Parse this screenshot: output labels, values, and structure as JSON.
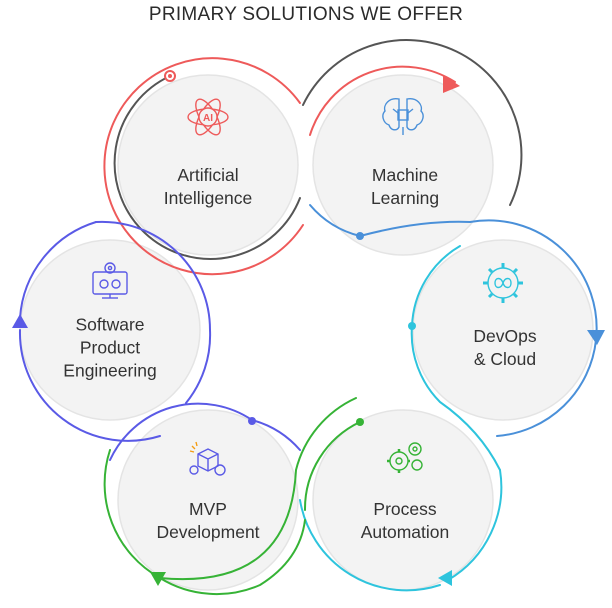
{
  "title": "PRIMARY SOLUTIONS WE OFFER",
  "nodes": [
    {
      "id": "ai",
      "lines": [
        "Artificial",
        "Intelligence"
      ],
      "icon": "ai-brain-icon",
      "color": "#ee5a5a"
    },
    {
      "id": "ml",
      "lines": [
        "Machine",
        "Learning"
      ],
      "icon": "brain-circuit-icon",
      "color": "#4a90d9"
    },
    {
      "id": "devops",
      "lines": [
        "DevOps",
        "& Cloud"
      ],
      "icon": "gear-infinity-icon",
      "color": "#2ec4dd"
    },
    {
      "id": "automation",
      "lines": [
        "Process",
        "Automation"
      ],
      "icon": "gears-icon",
      "color": "#36b336"
    },
    {
      "id": "mvp",
      "lines": [
        "MVP",
        "Development"
      ],
      "icon": "box-gears-icon",
      "color": "#36b336"
    },
    {
      "id": "spe",
      "lines": [
        "Software",
        "Product",
        "Engineering"
      ],
      "icon": "monitor-gear-icon",
      "color": "#5a5ae6"
    }
  ],
  "colors": {
    "gray": "#555555",
    "circle_fill": "#f3f3f3",
    "circle_border": "#e4e4e4"
  }
}
